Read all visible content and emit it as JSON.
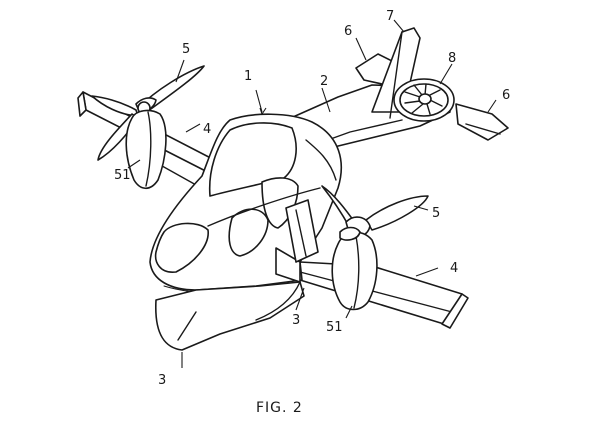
{
  "figure": {
    "caption": "FIG. 2"
  },
  "labels": {
    "fuselage": "1",
    "body": "2",
    "lower_front": "3",
    "lower_mid": "3",
    "wing_left": "4",
    "wing_right": "4",
    "prop_left": "5",
    "prop_right": "5",
    "tail_left": "6",
    "tail_right": "6",
    "fin": "7",
    "rear_fan": "8",
    "nacelle_left": "51",
    "nacelle_right": "51"
  },
  "colors": {
    "ink": "#1a1a1a",
    "paper": "#ffffff"
  }
}
